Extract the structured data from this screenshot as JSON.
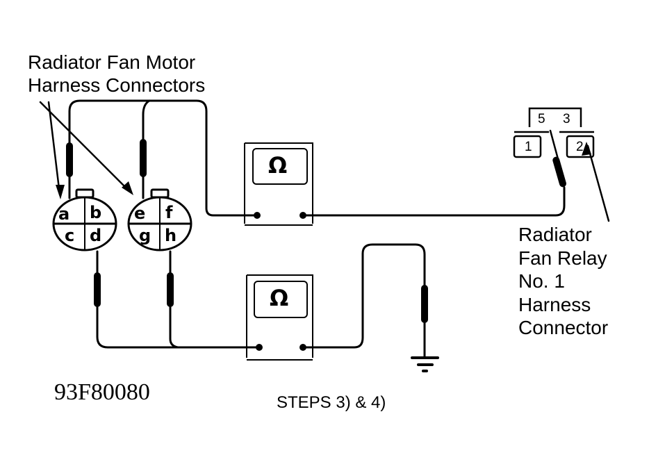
{
  "diagram": {
    "figure_id": "93F80080",
    "caption": "STEPS 3) & 4)",
    "motor_connectors_label": [
      "Radiator Fan Motor",
      "Harness Connectors"
    ],
    "relay_connector_label": [
      "Radiator",
      "Fan Relay",
      "No. 1",
      "Harness",
      "Connector"
    ],
    "connector_left": {
      "pins": [
        "a",
        "b",
        "c",
        "d"
      ]
    },
    "connector_right": {
      "pins": [
        "e",
        "f",
        "g",
        "h"
      ]
    },
    "relay_connector": {
      "pins": [
        "5",
        "3",
        "1",
        "2"
      ]
    },
    "ohmmeter_top": {
      "symbol": "Ω"
    },
    "ohmmeter_bottom": {
      "symbol": "Ω"
    },
    "ground_symbol": "ground-icon"
  }
}
